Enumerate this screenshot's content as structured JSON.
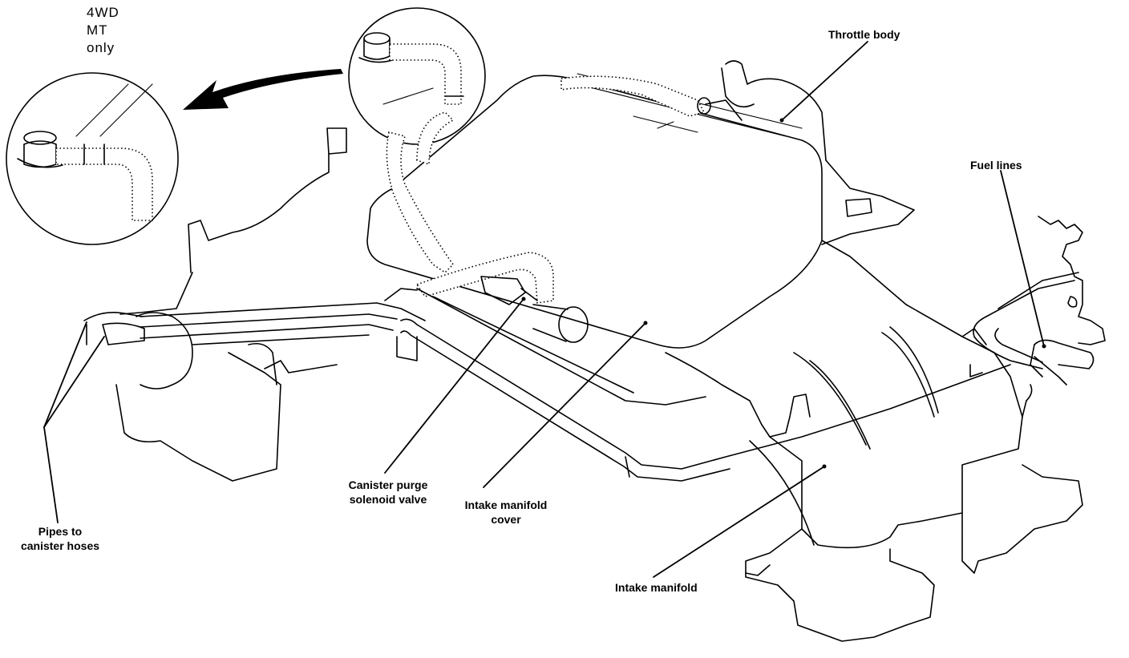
{
  "labels": {
    "throttle_body": "Throttle body",
    "fuel_lines": "Fuel lines",
    "canister_purge_line1": "Canister purge",
    "canister_purge_line2": "solenoid valve",
    "intake_cover_line1": "Intake manifold",
    "intake_cover_line2": "cover",
    "intake_manifold": "Intake manifold",
    "pipes_line1": "Pipes to",
    "pipes_line2": "canister hoses",
    "note_line1": "4WD",
    "note_line2": "MT",
    "note_line3": "only"
  }
}
